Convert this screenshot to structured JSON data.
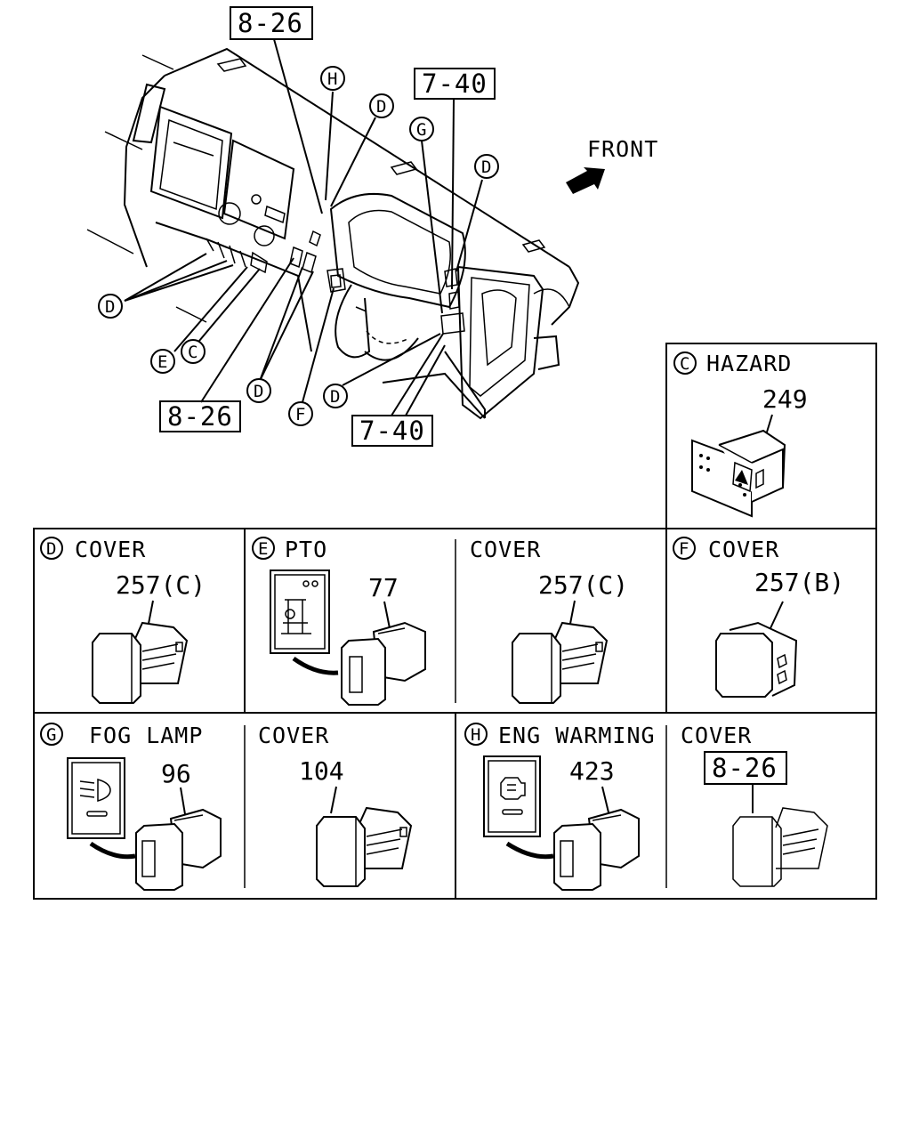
{
  "overview": {
    "front_label": "FRONT",
    "ref_boxes": [
      "8-26",
      "7-40",
      "8-26",
      "7-40"
    ],
    "callouts": [
      "H",
      "D",
      "G",
      "D",
      "D",
      "E",
      "C",
      "D",
      "F",
      "D"
    ]
  },
  "panels": {
    "c": {
      "letter": "C",
      "title": "HAZARD",
      "part": "249"
    },
    "d": {
      "letter": "D",
      "title": "COVER",
      "part": "257(C)"
    },
    "e": {
      "letter": "E",
      "title": "PTO",
      "part": "77"
    },
    "e_cover": {
      "title": "COVER",
      "part": "257(C)"
    },
    "f": {
      "letter": "F",
      "title": "COVER",
      "part": "257(B)"
    },
    "g": {
      "letter": "G",
      "title": "FOG LAMP",
      "part": "96"
    },
    "g_cover": {
      "title": "COVER",
      "part": "104"
    },
    "h": {
      "letter": "H",
      "title": "ENG WARMING",
      "part": "423"
    },
    "h_cover": {
      "title": "COVER",
      "ref": "8-26"
    }
  }
}
